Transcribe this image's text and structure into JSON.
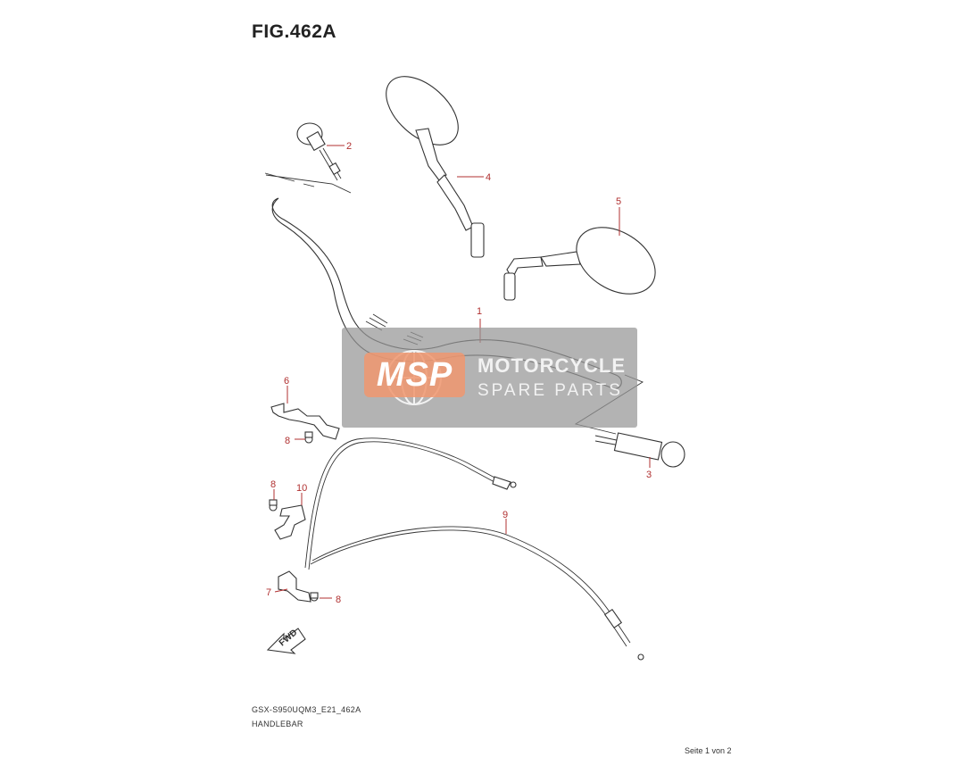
{
  "figure": {
    "title": "FIG.462A"
  },
  "callouts": [
    "1",
    "2",
    "3",
    "4",
    "5",
    "6",
    "7",
    "8",
    "9",
    "10"
  ],
  "fwd_label": "FWD",
  "watermark": {
    "badge": "MSP",
    "line1": "MOTORCYCLE",
    "line2": "SPARE PARTS"
  },
  "footer": {
    "model_code": "GSX-S950UQM3_E21_462A",
    "section_name": "HANDLEBAR"
  },
  "page_info": "Seite 1 von 2",
  "colors": {
    "callout": "#b03030",
    "line_art": "#333333",
    "watermark_bg": "#969696",
    "watermark_badge": "#f0966e"
  }
}
